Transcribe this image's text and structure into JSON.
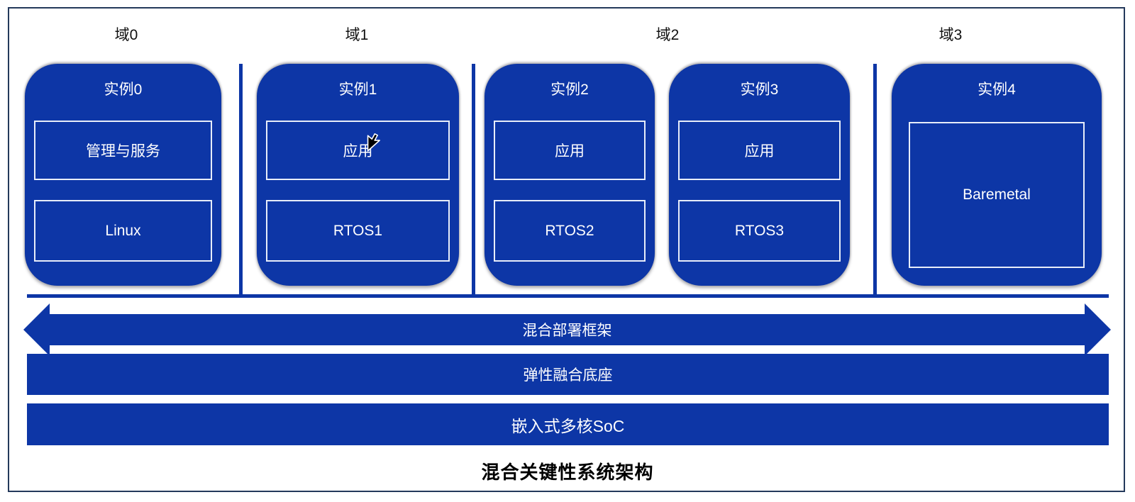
{
  "diagram": {
    "title": "混合关键性系统架构",
    "domains": [
      {
        "label": "域0"
      },
      {
        "label": "域1"
      },
      {
        "label": "域2"
      },
      {
        "label": "域3"
      }
    ],
    "instances": [
      {
        "title": "实例0",
        "blocks": [
          "管理与服务",
          "Linux"
        ]
      },
      {
        "title": "实例1",
        "blocks": [
          "应用",
          "RTOS1"
        ]
      },
      {
        "title": "实例2",
        "blocks": [
          "应用",
          "RTOS2"
        ]
      },
      {
        "title": "实例3",
        "blocks": [
          "应用",
          "RTOS3"
        ]
      },
      {
        "title": "实例4",
        "blocks": [
          "Baremetal"
        ]
      }
    ],
    "layers": [
      {
        "type": "double-arrow",
        "label": "混合部署框架"
      },
      {
        "type": "bar",
        "label": "弹性融合底座"
      },
      {
        "type": "bar",
        "label": "嵌入式多核SoC"
      }
    ],
    "icons": [
      {
        "name": "cursor-icon",
        "meaning": "mouse pointer over 应用 block of 实例1"
      }
    ],
    "colors": {
      "primary_blue": "#0d36a6",
      "frame_border": "#24395b",
      "block_border": "#e7edf9",
      "text_light": "#ffffff",
      "text_dark": "#000000"
    }
  }
}
